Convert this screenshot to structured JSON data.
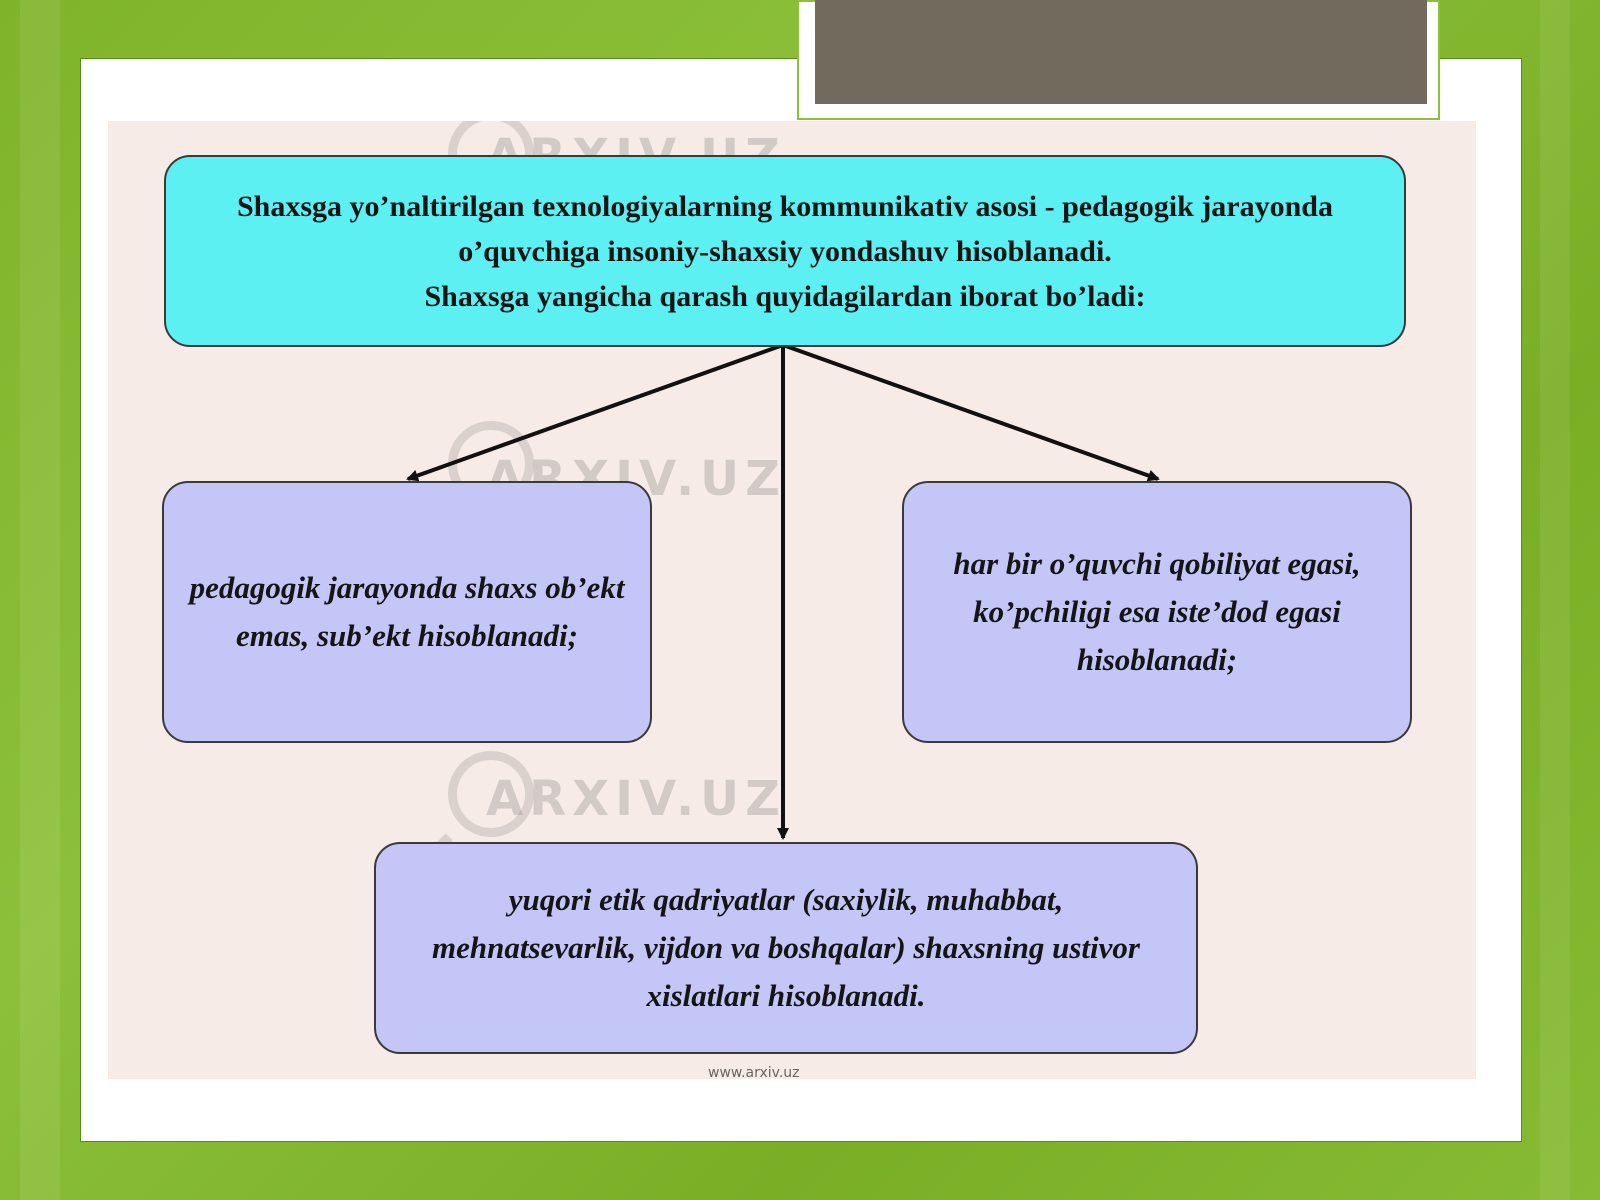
{
  "diagram": {
    "top_box": {
      "text": "Shaxsga yo’naltirilgan texnologiyalarning kommunikativ  asosi - pedagogik jarayonda o’quvchiga insoniy-shaxsiy yondashuv hisoblanadi.\nShaxsga yangicha qarash quyidagilardan iborat bo’ladi:"
    },
    "left_box": {
      "text": "pedagogik jarayonda shaxs ob’ekt emas, sub’ekt hisoblanadi;"
    },
    "right_box": {
      "text": "har bir o’quvchi qobiliyat egasi, ko’pchiligi esa iste’dod egasi hisoblanadi;"
    },
    "bottom_box": {
      "text": "yuqori etik qadriyatlar (saxiylik, muhabbat, mehnatsevarlik, vijdon va boshqalar) shaxsning ustivor xislatlari hisoblanadi."
    },
    "watermark": "ARXIV.UZ",
    "footer_url": "www.arxiv.uz"
  },
  "colors": {
    "background": "#8cc03a",
    "top_box_fill": "#5cf0f2",
    "child_box_fill": "#c4c6f7",
    "panel_fill": "#f6ebe7",
    "title_block": "#736a5e"
  }
}
